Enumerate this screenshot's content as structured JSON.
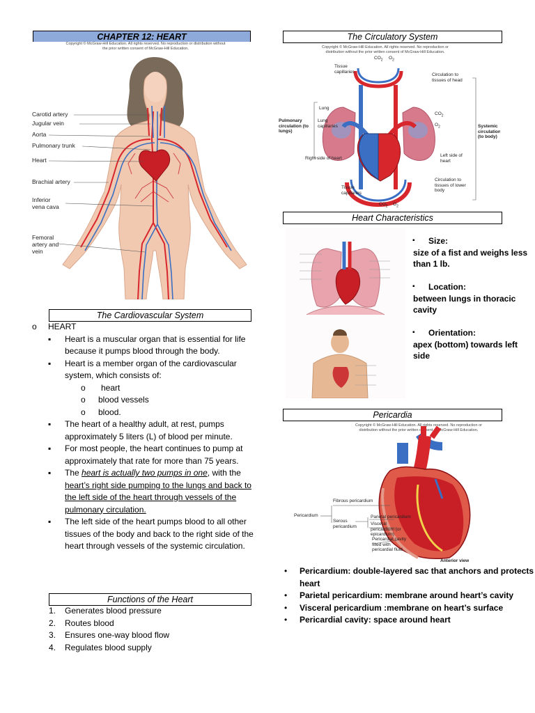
{
  "left": {
    "chapter_title": "CHAPTER 12: HEART",
    "figure1": {
      "copyright": "Copyright © McGraw-Hill Education. All rights reserved. No reproduction or distribution without the prior written consent of McGraw-Hill Education.",
      "labels": [
        "Carotid artery",
        "Jugular vein",
        "Aorta",
        "Pulmonary trunk",
        "Heart",
        "Brachial artery",
        "Inferior vena cava",
        "Femoral artery and vein"
      ]
    },
    "cardio_header": "The Cardiovascular System",
    "heart_marker": "o",
    "heart_label": "HEART",
    "bullets": [
      "Heart is a muscular organ that is essential for life because it pumps blood through the body.",
      "Heart is a member organ of the cardiovascular system, which consists of:"
    ],
    "sub_items": [
      "heart",
      "blood vessels",
      "blood."
    ],
    "bullets2": [
      "The heart of a healthy adult, at rest, pumps approximately 5 liters (L) of blood per minute.",
      "For most people, the heart continues to pump at approximately that rate for more than 75 years."
    ],
    "two_pumps": {
      "pre": "The ",
      "italic": "heart is actually two pumps in one",
      "mid": ", with the ",
      "underlined": "heart’s right side pumping to the lungs and back to the left side of the heart through vessels of the pulmonary circulation."
    },
    "bullet_last": "The left side of the heart pumps blood to all other tissues of the body and back to the right side of the heart through vessels of the systemic circulation.",
    "functions_header": "Functions of the Heart",
    "functions": [
      "Generates blood pressure",
      "Routes blood",
      "Ensures one-way blood flow",
      "Regulates blood supply"
    ]
  },
  "right": {
    "circ_header": "The Circulatory System",
    "circ_figure": {
      "copyright": "Copyright © McGraw-Hill Education. All rights reserved. No reproduction or distribution without the prior written consent of McGraw-Hill Education.",
      "tissue_cap_top": "Tissue capillaries",
      "co2": "CO",
      "o2": "O",
      "sub2": "2",
      "circ_head": "Circulation to tissues of head",
      "lung": "Lung",
      "lung_cap": "Lung capillaries",
      "pulmonary": "Pulmonary circulation (to lungs)",
      "systemic": "Systemic circulation (to body)",
      "right_side": "Right side of heart",
      "left_side": "Left side of heart",
      "tissue_cap_bottom": "Tissue capillaries",
      "circ_lower": "Circulation to tissues of lower body"
    },
    "char_header": "Heart Characteristics",
    "characteristics": [
      {
        "title": "Size:",
        "desc": "size of a fist and weighs less than 1 lb."
      },
      {
        "title": "Location:",
        "desc": "between lungs in thoracic cavity"
      },
      {
        "title": "Orientation:",
        "desc": "apex (bottom) towards left side"
      }
    ],
    "char_square": "▪",
    "peri_header": "Pericardia",
    "peri_figure": {
      "copyright": "Copyright © McGraw-Hill Education. All rights reserved. No reproduction or distribution without the prior written consent of McGraw-Hill Education.",
      "fibrous": "Fibrous pericardium",
      "pericardium": "Pericardium",
      "parietal": "Parietal pericardium",
      "serous": "Serous pericardium",
      "visceral": "Visceral pericardium (or epicardium)",
      "cavity": "Pericardial cavity filled with pericardial fluid",
      "anterior": "Anterior view"
    },
    "peri_bullet": "•",
    "peri_list": [
      {
        "bold": "Pericardium: double-layered sac that anchors and protects heart",
        "rest": ""
      },
      {
        "bold": "Parietal pericardium: membrane around heart’s cavity",
        "rest": ""
      },
      {
        "bold": "Visceral pericardium :membrane on heart’s surface",
        "rest": ""
      },
      {
        "bold": "Pericardial cavity: ",
        "rest": "space around heart"
      }
    ]
  }
}
